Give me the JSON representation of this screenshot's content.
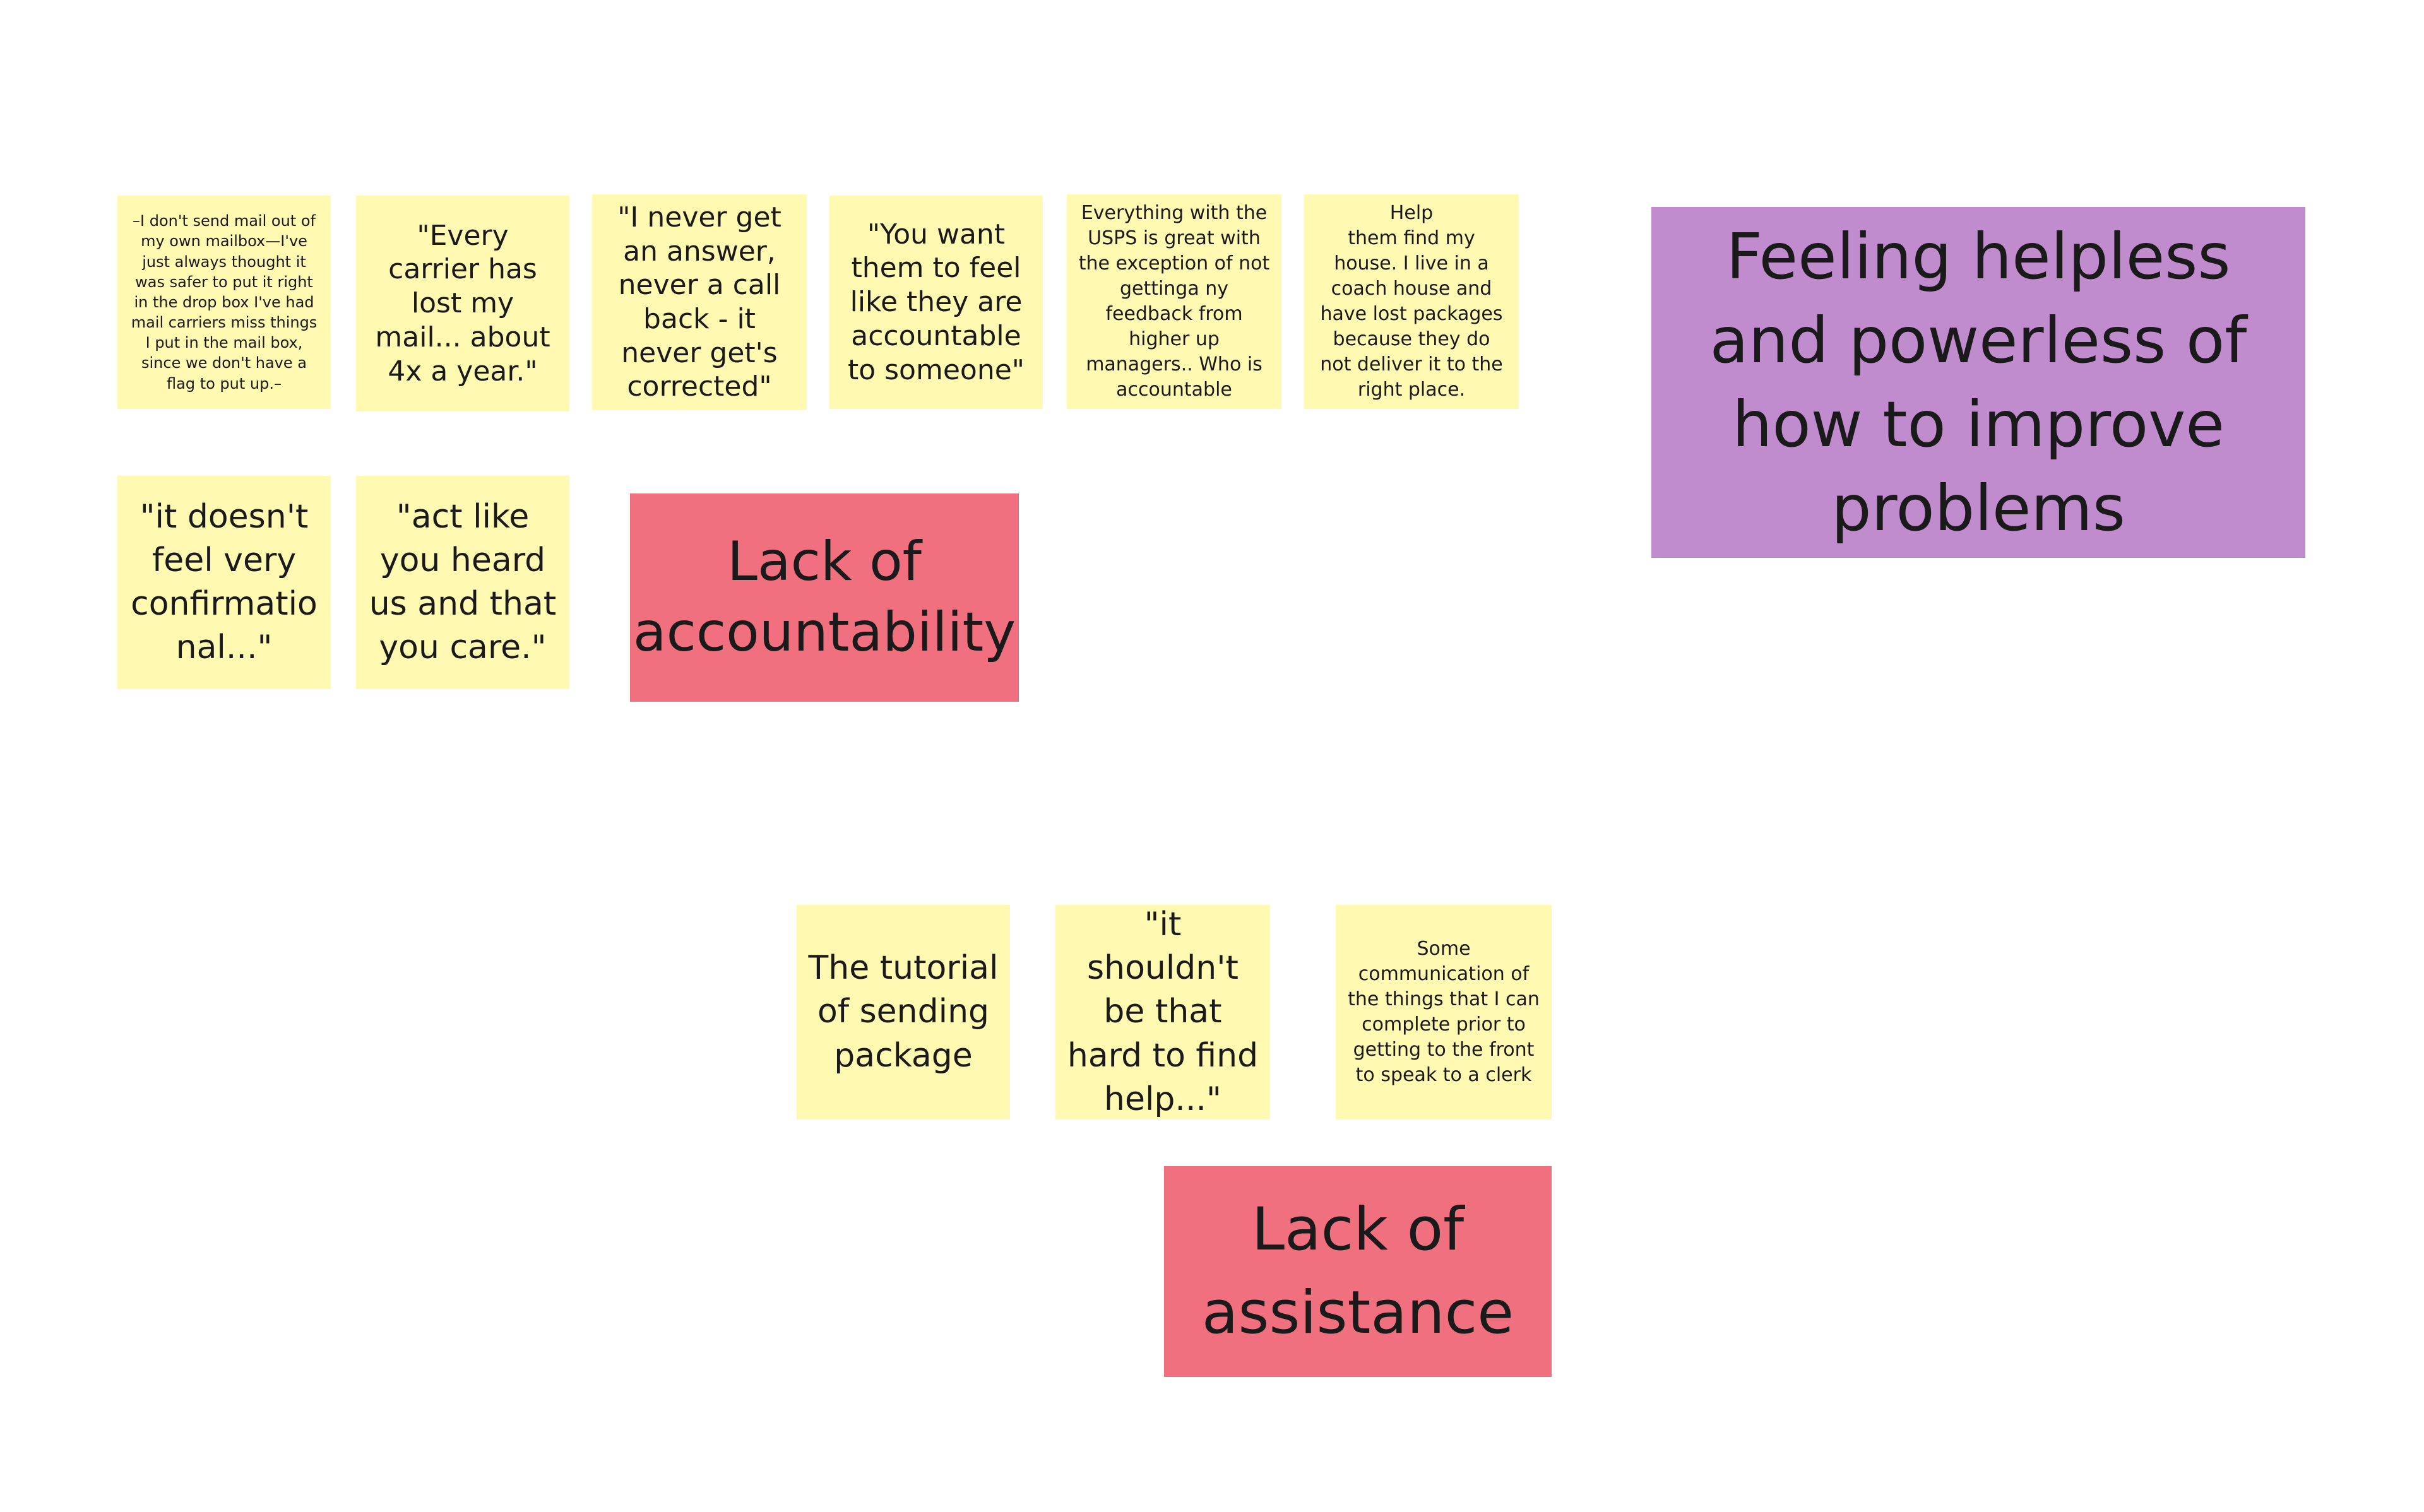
{
  "board": {
    "notes": [
      {
        "id": "n1",
        "color": "yellow",
        "text": "–I don't send mail out of my own mailbox—I've just always thought it was safer to put it right in the drop box I've had mail carriers miss things I put in the mail box, since we don't have a flag to put up.–"
      },
      {
        "id": "n2",
        "color": "yellow",
        "text": "\"Every carrier has lost my mail... about 4x a year.\""
      },
      {
        "id": "n3",
        "color": "yellow",
        "text": "\"I never get an answer, never a call back - it never get's corrected\""
      },
      {
        "id": "n4",
        "color": "yellow",
        "text": "\"You want them to feel like they are accountable to someone\""
      },
      {
        "id": "n5",
        "color": "yellow",
        "text": "Everything with the USPS is great with the exception of not gettinga ny feedback from higher up managers.. Who is accountable"
      },
      {
        "id": "n6",
        "color": "yellow",
        "text": "Help\nthem find my house. I live in a coach house and have lost packages because they do not deliver it to the right place."
      },
      {
        "id": "n7",
        "color": "yellow",
        "text": "\"it doesn't feel very confirmatio nal...\""
      },
      {
        "id": "n8",
        "color": "yellow",
        "text": "\"act like you heard us and that you care.\""
      },
      {
        "id": "n9",
        "color": "yellow",
        "text": "The tutorial of sending package"
      },
      {
        "id": "n10",
        "color": "yellow",
        "text": "\"it shouldn't be that hard to find help...\""
      },
      {
        "id": "n11",
        "color": "yellow",
        "text": "Some communication of the things that I can complete prior to getting to the front to speak to a clerk"
      }
    ],
    "headers": [
      {
        "id": "h1",
        "color": "pink",
        "text": "Lack of accountability"
      },
      {
        "id": "h2",
        "color": "pink",
        "text": "Lack of assistance"
      },
      {
        "id": "h3",
        "color": "purple",
        "text": "Feeling helpless and powerless of how to improve problems"
      }
    ],
    "colors": {
      "yellow": "#fff9b1",
      "pink": "#f0707f",
      "purple": "#c08ccd",
      "background": "#ffffff"
    }
  }
}
